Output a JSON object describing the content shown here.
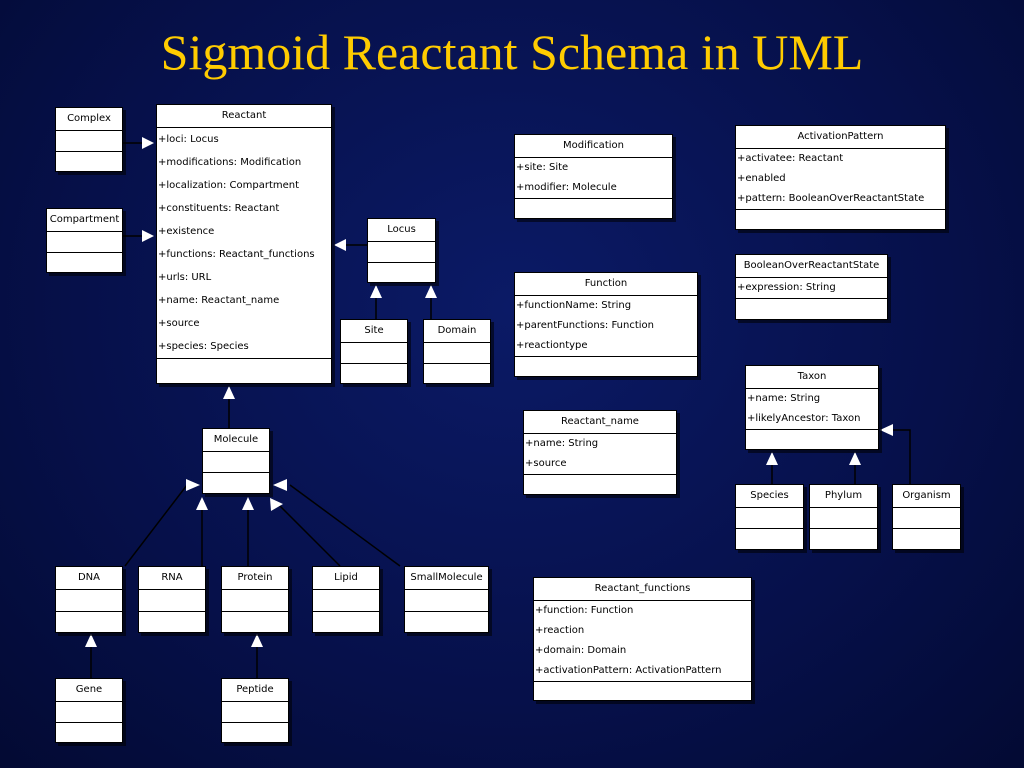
{
  "slide": {
    "title": "Sigmoid Reactant Schema in UML"
  },
  "classes": {
    "complex": {
      "name": "Complex"
    },
    "compartment": {
      "name": "Compartment"
    },
    "reactant": {
      "name": "Reactant",
      "attrs": [
        "+loci: Locus",
        "+modifications: Modification",
        "+localization: Compartment",
        "+constituents: Reactant",
        "+existence",
        "+functions: Reactant_functions",
        "+urls: URL",
        "+name: Reactant_name",
        "+source",
        "+species: Species"
      ]
    },
    "locus": {
      "name": "Locus"
    },
    "site": {
      "name": "Site"
    },
    "domain": {
      "name": "Domain"
    },
    "molecule": {
      "name": "Molecule"
    },
    "dna": {
      "name": "DNA"
    },
    "rna": {
      "name": "RNA"
    },
    "protein": {
      "name": "Protein"
    },
    "lipid": {
      "name": "Lipid"
    },
    "smallmolecule": {
      "name": "SmallMolecule"
    },
    "gene": {
      "name": "Gene"
    },
    "peptide": {
      "name": "Peptide"
    },
    "modification": {
      "name": "Modification",
      "attrs": [
        "+site: Site",
        "+modifier: Molecule"
      ]
    },
    "function": {
      "name": "Function",
      "attrs": [
        "+functionName: String",
        "+parentFunctions: Function",
        "+reactiontype"
      ]
    },
    "reactant_name": {
      "name": "Reactant_name",
      "attrs": [
        "+name: String",
        "+source"
      ]
    },
    "reactant_functions": {
      "name": "Reactant_functions",
      "attrs": [
        "+function: Function",
        "+reaction",
        "+domain: Domain",
        "+activationPattern: ActivationPattern"
      ]
    },
    "activationpattern": {
      "name": "ActivationPattern",
      "attrs": [
        "+activatee: Reactant",
        "+enabled",
        "+pattern: BooleanOverReactantState"
      ]
    },
    "booleanoverreactantstate": {
      "name": "BooleanOverReactantState",
      "attrs": [
        "+expression: String"
      ]
    },
    "taxon": {
      "name": "Taxon",
      "attrs": [
        "+name: String",
        "+likelyAncestor: Taxon"
      ]
    },
    "species": {
      "name": "Species"
    },
    "phylum": {
      "name": "Phylum"
    },
    "organism": {
      "name": "Organism"
    }
  }
}
